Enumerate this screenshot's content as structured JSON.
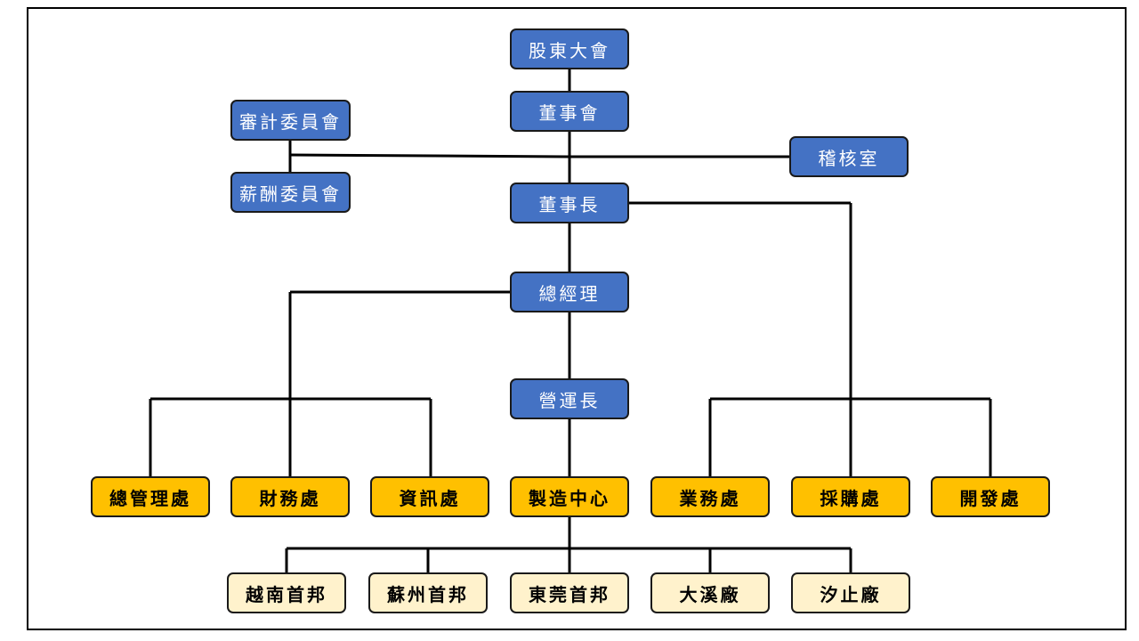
{
  "org": {
    "shareholders": "股東大會",
    "board": "董事會",
    "audit_committee": "審計委員會",
    "remuneration_committee": "薪酬委員會",
    "internal_audit": "稽核室",
    "chairman": "董事長",
    "president": "總經理",
    "coo": "營運長",
    "departments": {
      "general_admin": "總管理處",
      "finance": "財務處",
      "it": "資訊處",
      "manufacturing": "製造中心",
      "sales": "業務處",
      "procurement": "採購處",
      "rnd": "開發處"
    },
    "plants": {
      "vietnam": "越南首邦",
      "suzhou": "蘇州首邦",
      "dongguan": "東莞首邦",
      "daxi": "大溪廠",
      "xizhi": "汐止廠"
    }
  },
  "colors": {
    "executive_box": "#4472c4",
    "department_box": "#ffc000",
    "plant_box": "#fff2cc",
    "line": "#000000"
  }
}
